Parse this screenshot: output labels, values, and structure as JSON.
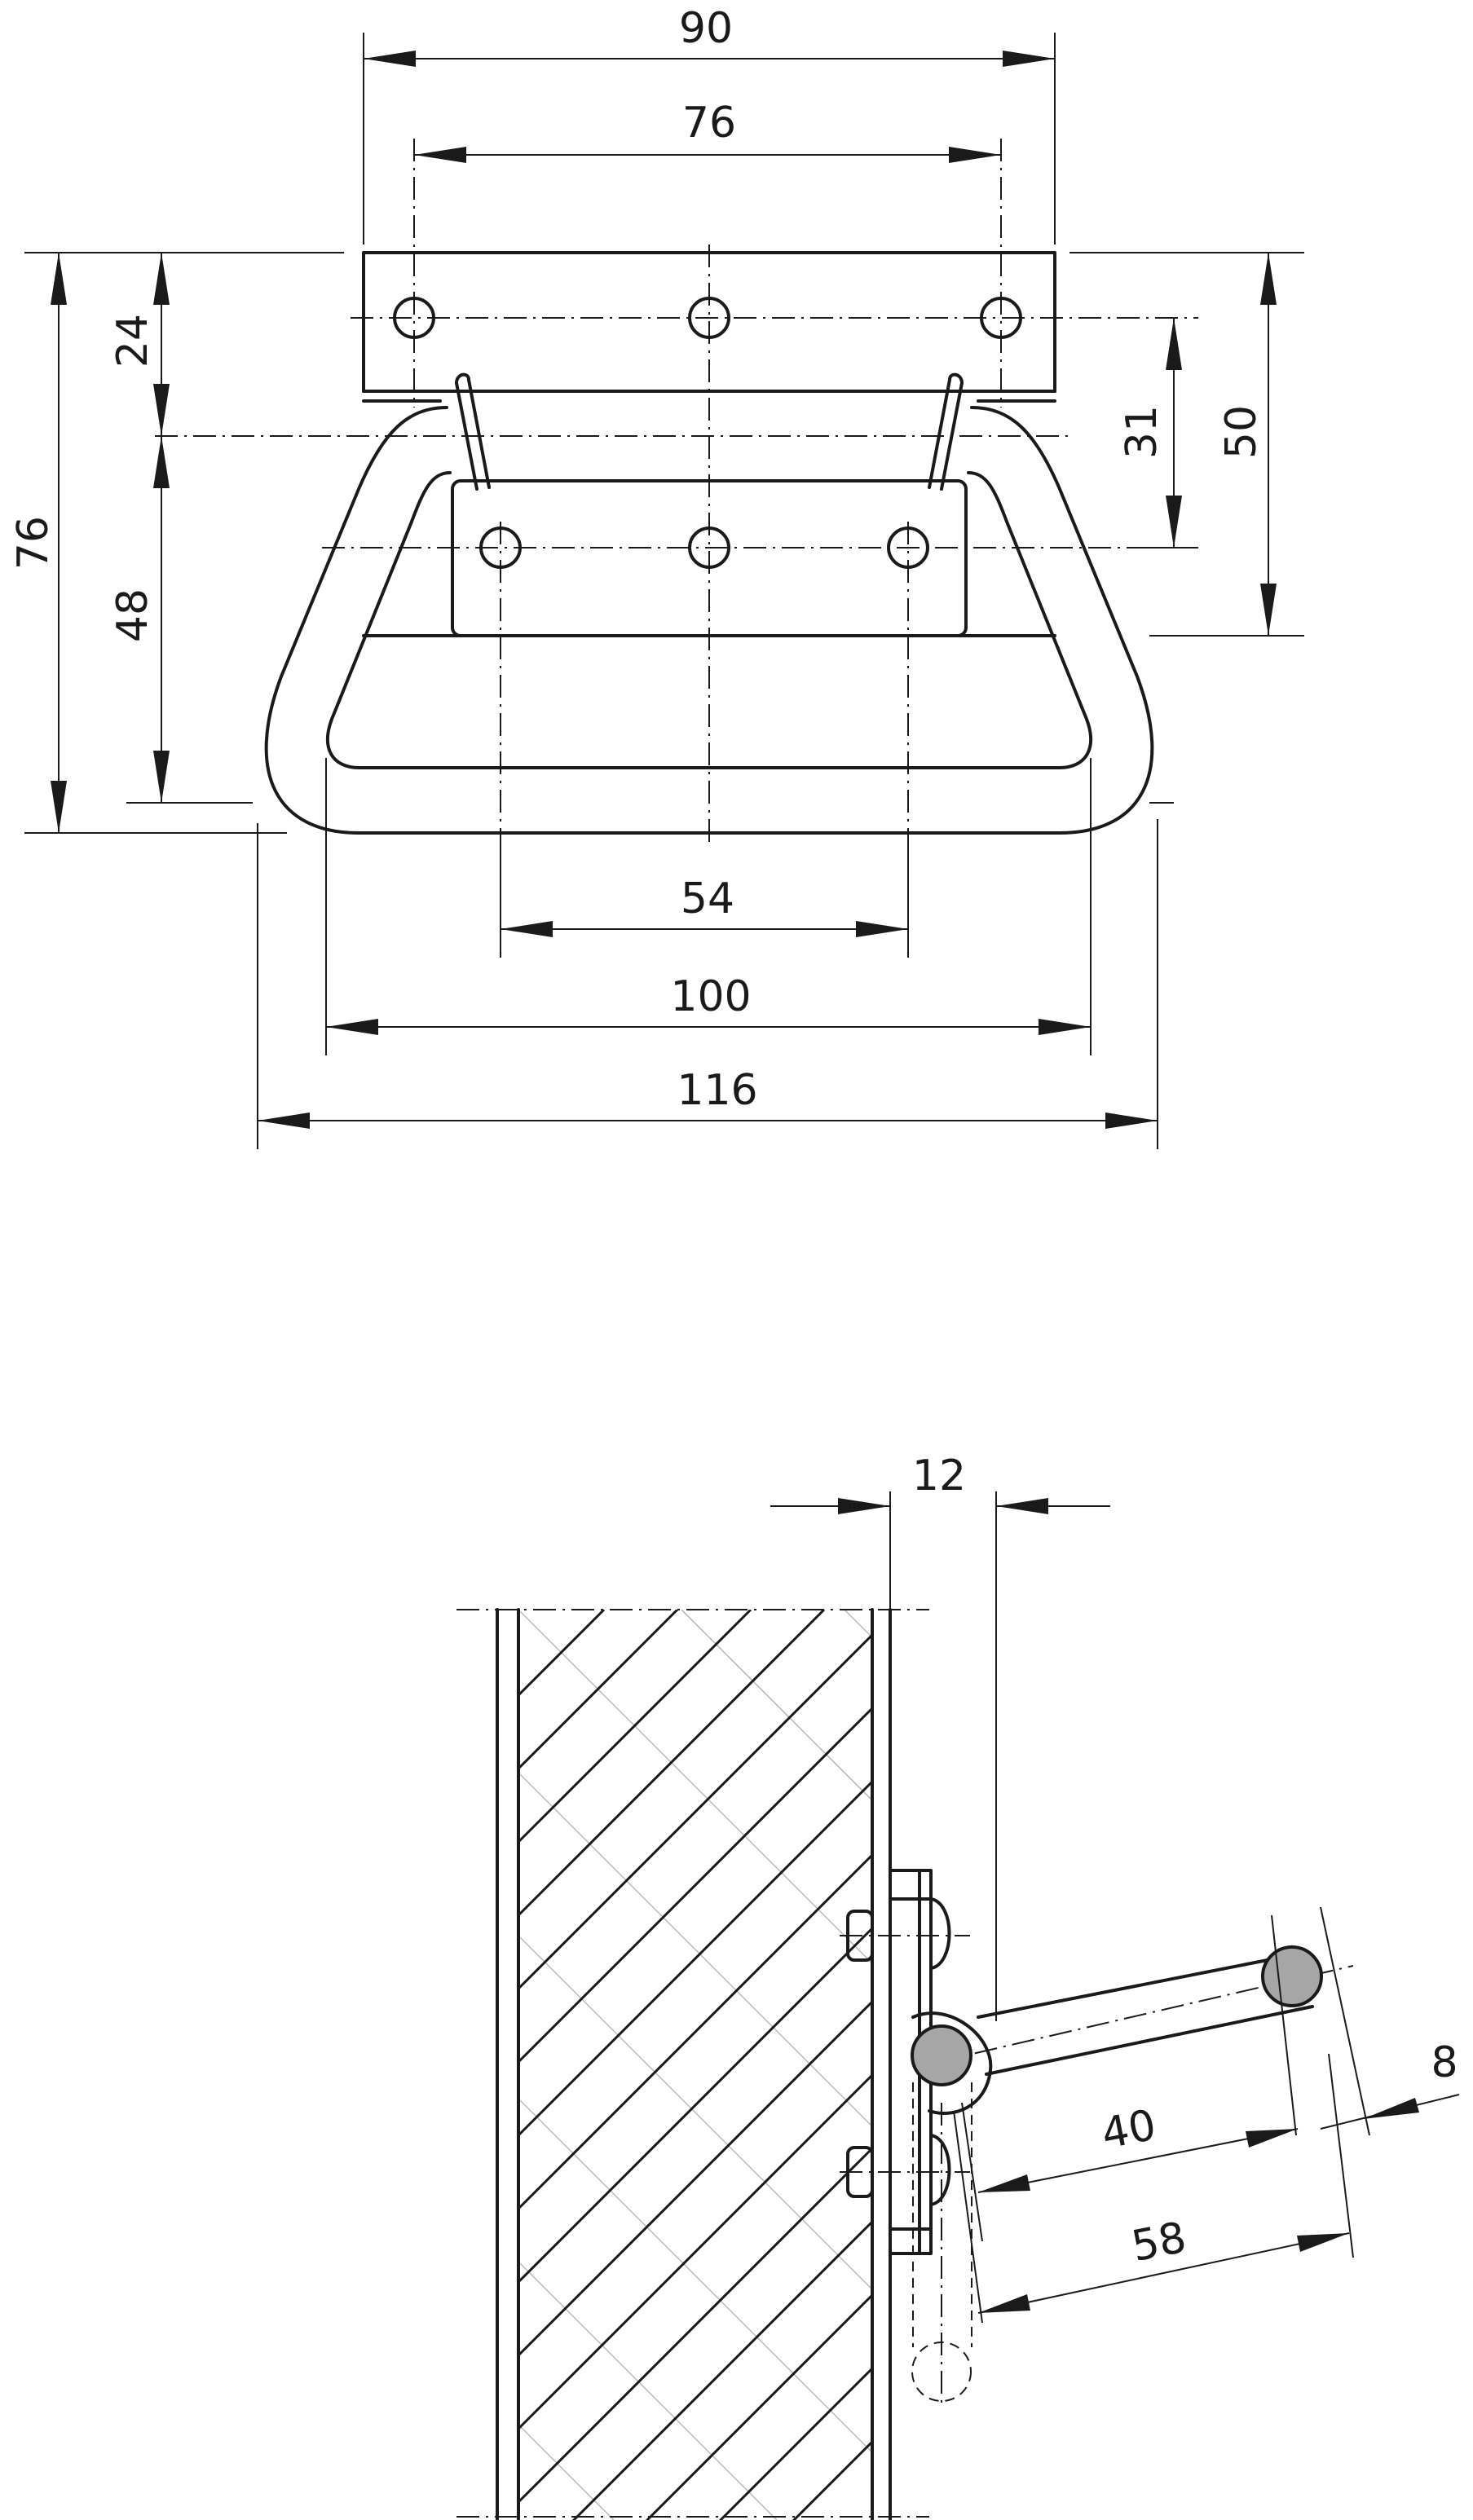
{
  "drawing": {
    "front_view": {
      "dimensions": {
        "top_width": "90",
        "top_holes": "76",
        "height_total": "76",
        "upper_height": "24",
        "lower_height": "48",
        "right_31": "31",
        "right_50": "50",
        "bottom_holes": "54",
        "inner_width": "100",
        "outer_width": "116"
      }
    },
    "side_view": {
      "dimensions": {
        "offset": "12",
        "bar_dia": "8",
        "reach_inner": "40",
        "reach_outer": "58"
      }
    }
  }
}
